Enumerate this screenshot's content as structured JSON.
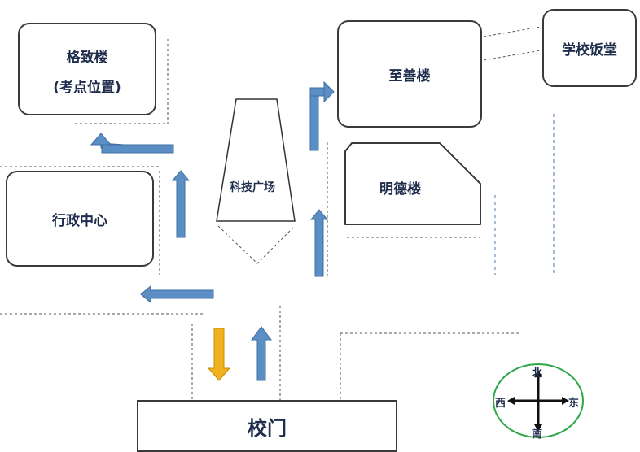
{
  "buildings": {
    "gezhi": {
      "name": "格致楼",
      "sub": "(考点位置)"
    },
    "zhishan": "至善楼",
    "canteen": "学校饭堂",
    "mingde": "明德楼",
    "admin": "行政中心",
    "plaza": "科技广场",
    "gate": "校门"
  },
  "compass": {
    "north": "北",
    "south": "南",
    "east": "东",
    "west": "西"
  },
  "colors": {
    "route_arrow": "#5b8ec4",
    "entry_arrow": "#f0b11f",
    "compass_circle": "#2ea84a",
    "star": "#1f2d5a"
  }
}
